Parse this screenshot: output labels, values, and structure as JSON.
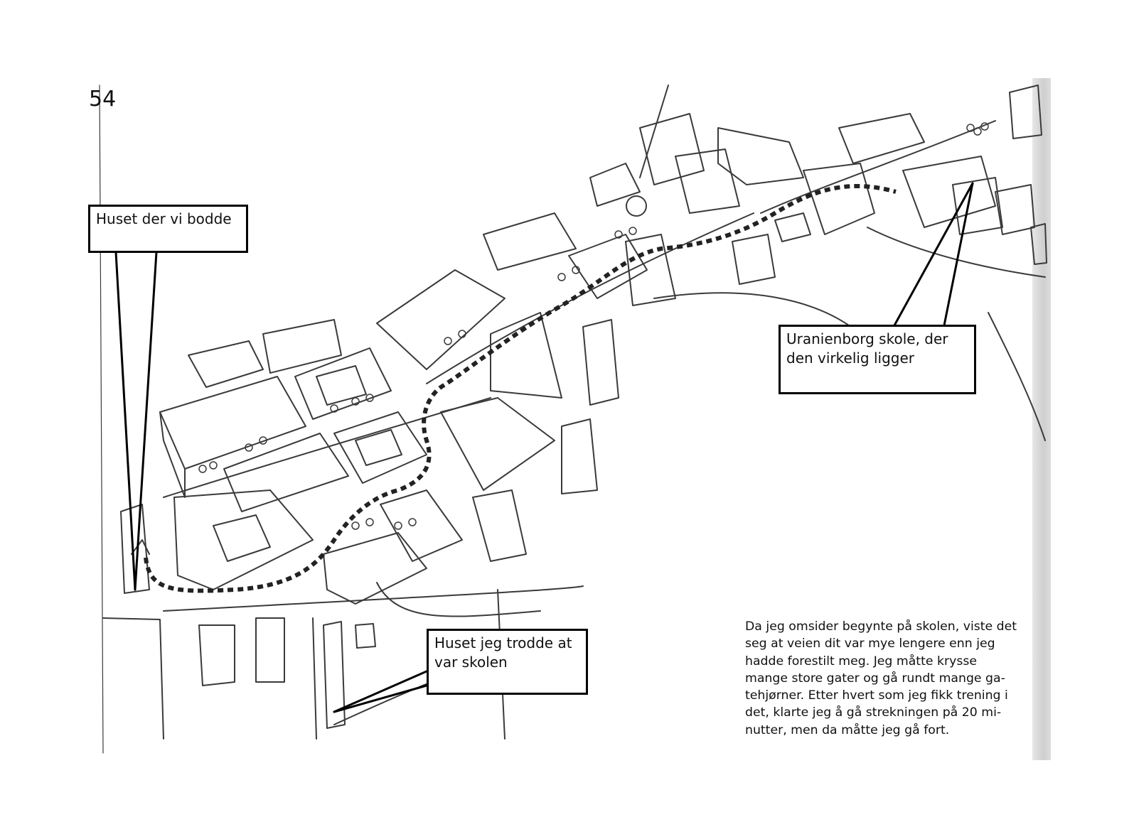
{
  "page": {
    "number": "54"
  },
  "callouts": {
    "home": "Huset der vi bodde",
    "uranienborg": "Uranienborg skole, der den virkelig ligger",
    "wrong_house": "Huset jeg trodde at var skolen"
  },
  "narrative": {
    "lines": [
      "Da jeg omsider begynte på skolen, viste det",
      "seg at veien dit var mye lengere enn jeg",
      "hadde forestilt meg. Jeg måtte krysse",
      "mange store gater og gå rundt mange ga-",
      "tehjørner. Etter hvert som jeg fikk trening i",
      "det, klarte jeg å gå strekningen på 20 mi-",
      "nutter, men da måtte jeg gå fort."
    ]
  },
  "colors": {
    "ink": "#111111",
    "pencil": "#3a3a3a",
    "route": "#222222"
  }
}
